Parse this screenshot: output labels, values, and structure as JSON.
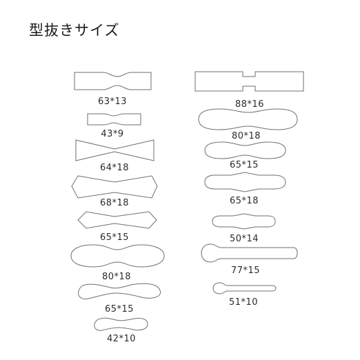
{
  "title": "型抜きサイズ",
  "shapes": [
    {
      "label": "63*13",
      "type": "bowtie-smooth"
    },
    {
      "label": "43*9",
      "type": "bowtie-smooth"
    },
    {
      "label": "64*18",
      "type": "bowtie-straight"
    },
    {
      "label": "68*18",
      "type": "bowtie-hex"
    },
    {
      "label": "65*15",
      "type": "bowtie-hex"
    },
    {
      "label": "80*18",
      "type": "leaf"
    },
    {
      "label": "65*15",
      "type": "bone"
    },
    {
      "label": "42*10",
      "type": "bone"
    },
    {
      "label": "88*16",
      "type": "notch"
    },
    {
      "label": "80*18",
      "type": "pinch-oval"
    },
    {
      "label": "65*15",
      "type": "pinch-oval"
    },
    {
      "label": "65*18",
      "type": "diamond-oval"
    },
    {
      "label": "50*14",
      "type": "diamond-oval"
    },
    {
      "label": "77*15",
      "type": "paddle"
    },
    {
      "label": "51*10",
      "type": "paddle"
    }
  ]
}
